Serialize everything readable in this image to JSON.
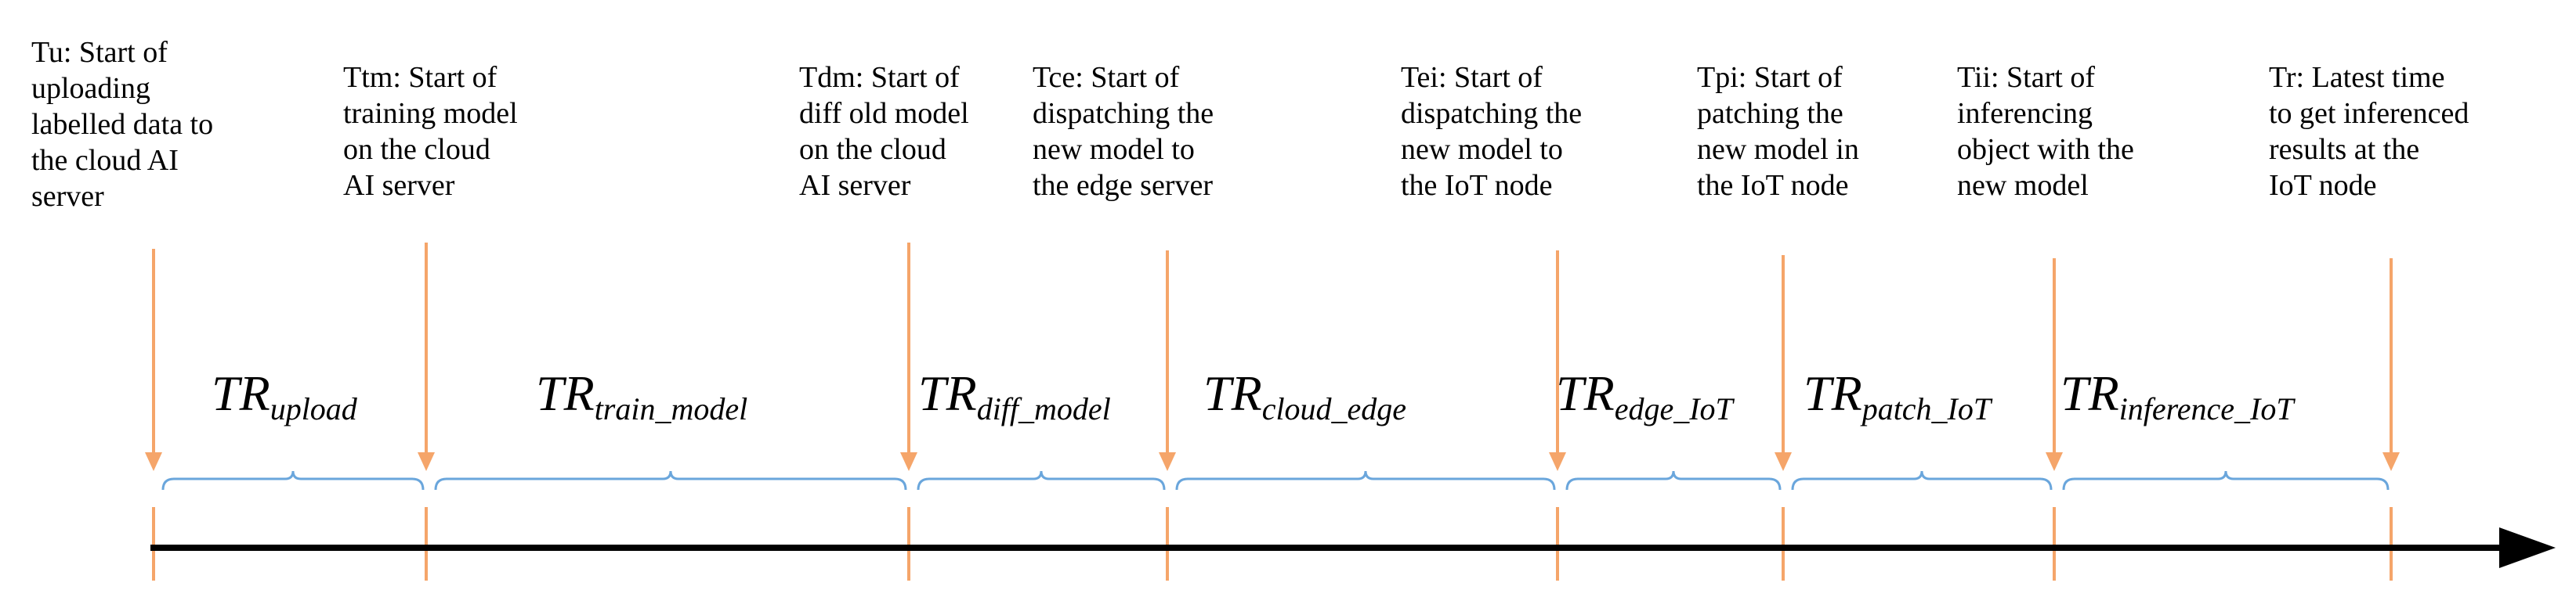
{
  "colors": {
    "marker": "#f5a56a",
    "brace": "#6aa6dc",
    "axis": "#000000",
    "text": "#000000"
  },
  "events": [
    {
      "label": "Tu: Start of\nuploading\nlabelled data to\nthe cloud AI\nserver"
    },
    {
      "label": "Ttm: Start of\ntraining model\non the cloud\nAI server"
    },
    {
      "label": "Tdm: Start of\ndiff old model\non the cloud\nAI server"
    },
    {
      "label": "Tce: Start of\ndispatching the\nnew model to\nthe edge server"
    },
    {
      "label": "Tei: Start of\ndispatching the\nnew model to\nthe IoT node"
    },
    {
      "label": "Tpi: Start of\npatching the\nnew model in\nthe IoT node"
    },
    {
      "label": "Tii: Start of\ninferencing\nobject with the\nnew model"
    },
    {
      "label": "Tr: Latest time\nto get inferenced\nresults at the\nIoT node"
    }
  ],
  "intervals": [
    {
      "main": "TR",
      "sub": "upload"
    },
    {
      "main": "TR",
      "sub": "train_model"
    },
    {
      "main": "TR",
      "sub": "diff_model"
    },
    {
      "main": "TR",
      "sub": "cloud_edge"
    },
    {
      "main": "TR",
      "sub": "edge_IoT"
    },
    {
      "main": "TR",
      "sub": "patch_IoT"
    },
    {
      "main": "TR",
      "sub": "inference_IoT"
    }
  ]
}
